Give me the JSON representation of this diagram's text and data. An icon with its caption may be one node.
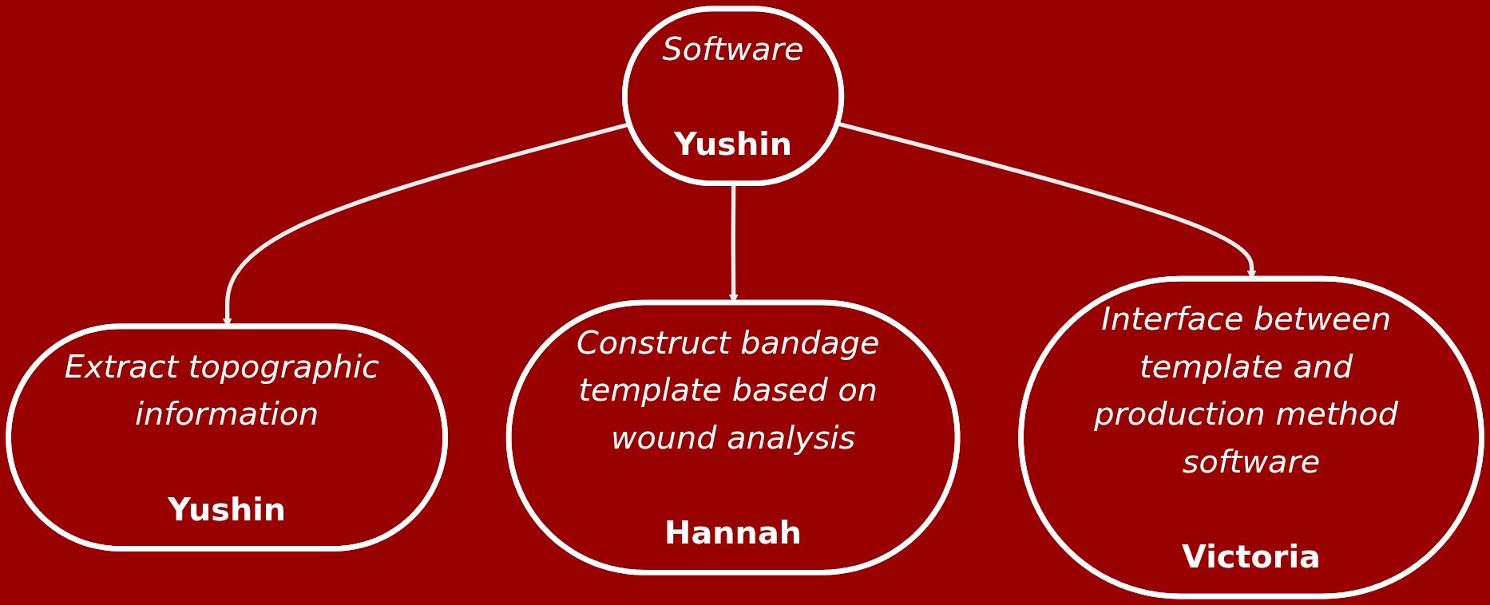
{
  "diagram": {
    "nodes": [
      {
        "text": [
          "Software",
          "Yushin"
        ]
      },
      {
        "text": [
          "Extract topographic information",
          "Yushin"
        ]
      },
      {
        "text": [
          "Construct bandage template based on wound analysis",
          "Hannah"
        ]
      },
      {
        "text": [
          "Interface between template and production method software",
          "Victoria"
        ]
      }
    ],
    "edges": [
      {
        "from": 0,
        "to": 1,
        "arrow": "to"
      },
      {
        "from": 0,
        "to": 2,
        "arrow": "to"
      },
      {
        "from": 0,
        "to": 3,
        "arrow": "to"
      }
    ]
  }
}
